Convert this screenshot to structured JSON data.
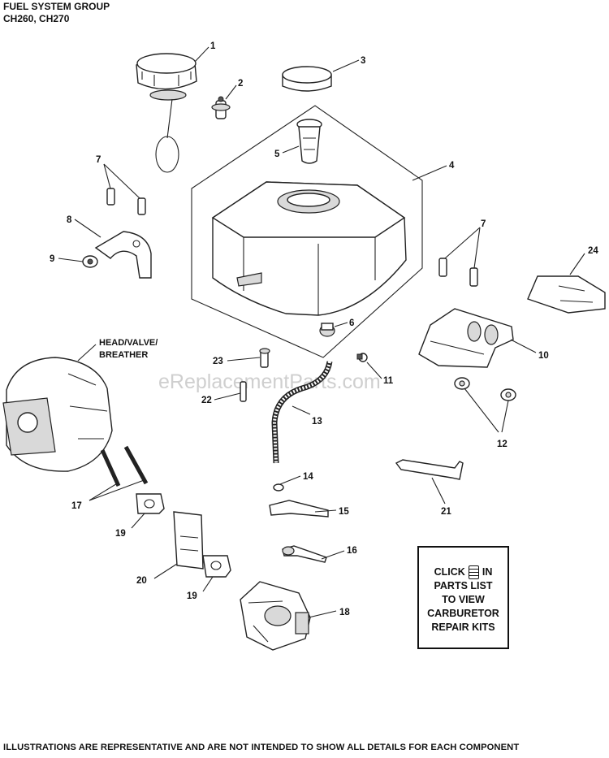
{
  "header": {
    "title": "FUEL SYSTEM GROUP",
    "models": "CH260, CH270"
  },
  "watermark": "eReplacementParts.com",
  "callouts": [
    "1",
    "2",
    "3",
    "4",
    "5",
    "6",
    "7",
    "7",
    "8",
    "9",
    "10",
    "11",
    "12",
    "13",
    "14",
    "15",
    "16",
    "17",
    "18",
    "19",
    "19",
    "20",
    "21",
    "22",
    "23",
    "24"
  ],
  "assembly_label": [
    "HEAD/VALVE/",
    "BREATHER"
  ],
  "click_box": {
    "click": "CLICK",
    "in": "IN",
    "line2": "PARTS LIST",
    "line3": "TO VIEW",
    "line4": "CARBURETOR",
    "line5": "REPAIR KITS"
  },
  "footer": "ILLUSTRATIONS ARE REPRESENTATIVE AND ARE NOT INTENDED TO SHOW ALL DETAILS FOR EACH COMPONENT"
}
